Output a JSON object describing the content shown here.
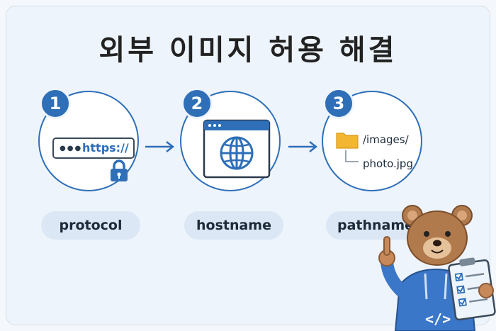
{
  "title": "외부 이미지 허용 해결",
  "steps": [
    {
      "number": "1",
      "label": "protocol",
      "url_text": "https://"
    },
    {
      "number": "2",
      "label": "hostname"
    },
    {
      "number": "3",
      "label": "pathname",
      "folder_text": "/images/",
      "file_text": "photo.jpg"
    }
  ],
  "colors": {
    "accent": "#2e6fb8",
    "pill": "#dbe7f5",
    "folder": "#f2b632"
  }
}
